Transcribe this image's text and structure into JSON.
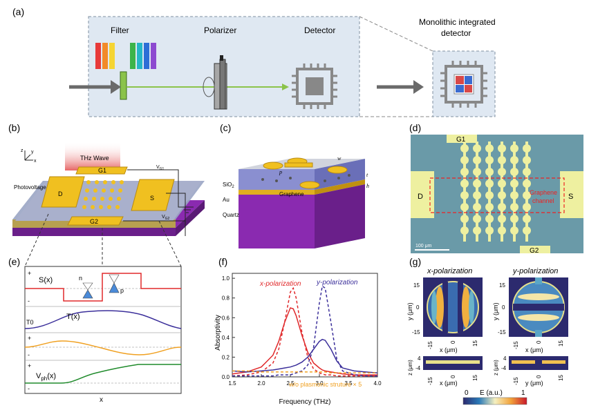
{
  "panel_labels": {
    "a": "(a)",
    "b": "(b)",
    "c": "(c)",
    "d": "(d)",
    "e": "(e)",
    "f": "(f)",
    "g": "(g)"
  },
  "panel_a": {
    "filter": "Filter",
    "polarizer": "Polarizer",
    "detector": "Detector",
    "monolithic_line1": "Monolithic integrated",
    "monolithic_line2": "detector"
  },
  "panel_b": {
    "thz_wave": "THz Wave",
    "g1": "G1",
    "g2": "G2",
    "d": "D",
    "s": "S",
    "photovoltage": "Photovoltage",
    "vg1": "V",
    "vg1_sub": "G1",
    "vg2": "V",
    "vg2_sub": "G2",
    "axis_z": "z",
    "axis_y": "y",
    "axis_x": "x"
  },
  "panel_c": {
    "sio2": "SiO",
    "sio2_sub": "2",
    "au": "Au",
    "quartz": "Quartz",
    "graphene": "Graphene",
    "p": "p",
    "w": "w",
    "t": "t",
    "h": "h"
  },
  "panel_d": {
    "g1": "G1",
    "g2": "G2",
    "d": "D",
    "s": "S",
    "channel1": "Graphene",
    "channel2": "channel",
    "scale": "100 μm"
  },
  "panel_e": {
    "s_label": "S(x)",
    "t_label": "T(x)",
    "t0": "T0",
    "vph": "V",
    "vph_sub": "ph",
    "vph_tail": "(x)",
    "n": "n",
    "p": "p",
    "plus": "+",
    "minus": "-",
    "x_axis": "x"
  },
  "panel_f": {
    "ylabel": "Absorptivity",
    "xlabel": "Frequency (THz)",
    "x_pol": "x-polarization",
    "y_pol": "y-polarization",
    "without": "w/o plasmonic struture × 5",
    "xticks": [
      "1.5",
      "2.0",
      "2.5",
      "3.0",
      "3.5",
      "4.0"
    ],
    "yticks": [
      "0.0",
      "0.2",
      "0.4",
      "0.6",
      "0.8",
      "1.0"
    ]
  },
  "panel_g": {
    "x_pol": "x-polarization",
    "y_pol": "y-polarization",
    "y_um": "y (μm)",
    "x_um": "x (μm)",
    "z_um": "z (μm)",
    "ticks_main": [
      "15",
      "0",
      "-15"
    ],
    "ticks_small": [
      "4",
      "-4"
    ],
    "colorbar_label": "E (a.u.)",
    "cb_min": "0",
    "cb_max": "1"
  },
  "colors": {
    "x_pol": "#e0282a",
    "y_pol": "#3a2e9a",
    "orange": "#f0a020",
    "green": "#1e8a2a",
    "gold": "#f0c020",
    "purple": "#7a2fa8"
  },
  "chart_data": [
    {
      "type": "line",
      "panel": "f",
      "xlabel": "Frequency (THz)",
      "ylabel": "Absorptivity",
      "xlim": [
        1.5,
        4.0
      ],
      "ylim": [
        0.0,
        1.05
      ],
      "x": [
        1.5,
        1.75,
        2.0,
        2.2,
        2.3,
        2.4,
        2.5,
        2.55,
        2.6,
        2.7,
        2.8,
        2.9,
        3.0,
        3.05,
        3.1,
        3.2,
        3.3,
        3.4,
        3.6,
        3.8,
        4.0
      ],
      "series": [
        {
          "name": "x-polarization",
          "style": "solid",
          "color": "#e0282a",
          "values": [
            0.03,
            0.05,
            0.1,
            0.22,
            0.36,
            0.55,
            0.7,
            0.69,
            0.62,
            0.42,
            0.25,
            0.14,
            0.09,
            0.07,
            0.06,
            0.05,
            0.04,
            0.03,
            0.02,
            0.02,
            0.02
          ]
        },
        {
          "name": "x-polarization-dashed",
          "style": "dashed",
          "color": "#e0282a",
          "values": [
            0.01,
            0.02,
            0.05,
            0.14,
            0.28,
            0.55,
            0.86,
            0.9,
            0.8,
            0.45,
            0.2,
            0.08,
            0.04,
            0.03,
            0.02,
            0.02,
            0.01,
            0.01,
            0.01,
            0.01,
            0.01
          ]
        },
        {
          "name": "y-polarization",
          "style": "solid",
          "color": "#3a2e9a",
          "values": [
            0.06,
            0.05,
            0.06,
            0.07,
            0.08,
            0.09,
            0.1,
            0.11,
            0.12,
            0.15,
            0.2,
            0.28,
            0.36,
            0.38,
            0.37,
            0.28,
            0.16,
            0.09,
            0.06,
            0.05,
            0.04
          ]
        },
        {
          "name": "y-polarization-dashed",
          "style": "dashed",
          "color": "#3a2e9a",
          "values": [
            0.01,
            0.01,
            0.01,
            0.01,
            0.02,
            0.02,
            0.02,
            0.03,
            0.04,
            0.06,
            0.12,
            0.3,
            0.75,
            0.92,
            0.9,
            0.55,
            0.18,
            0.06,
            0.02,
            0.01,
            0.01
          ]
        },
        {
          "name": "w/o plasmonic struture × 5",
          "style": "dashed",
          "color": "#f0a020",
          "values": [
            0.06,
            0.06,
            0.05,
            0.05,
            0.05,
            0.05,
            0.05,
            0.05,
            0.05,
            0.05,
            0.05,
            0.05,
            0.05,
            0.05,
            0.05,
            0.04,
            0.04,
            0.04,
            0.04,
            0.04,
            0.04
          ]
        }
      ]
    }
  ]
}
